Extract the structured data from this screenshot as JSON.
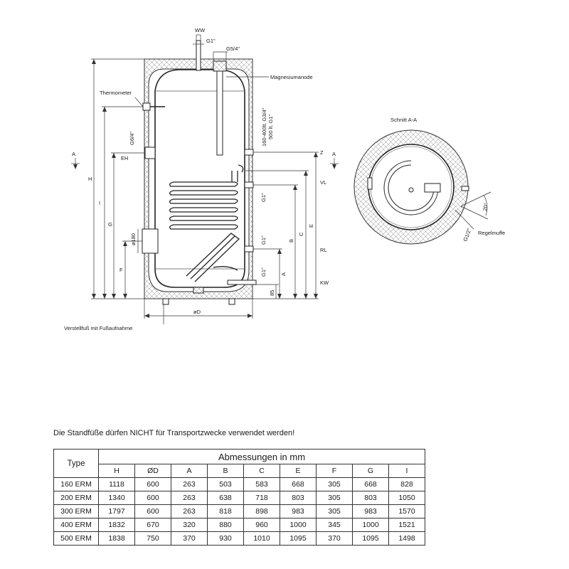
{
  "labels": {
    "ww": "WW",
    "g1_top": "G1\"",
    "g54": "G5/4\"",
    "magnesiumanode": "Magnesiumanode",
    "thermometer": "Thermometer",
    "g34_note": "160-400lt. G3/4\"",
    "g1_note": "500 lt. G1\"",
    "g64": "G6/4\"",
    "eh": "EH",
    "a_left": "A",
    "a_right": "A",
    "z": "Z",
    "vl": "VL",
    "rl": "RL",
    "kw": "KW",
    "h": "H",
    "i": "I",
    "g": "G",
    "f": "F",
    "c": "C",
    "b": "B",
    "e": "E",
    "a_dim": "A",
    "g1_mid": "G1\"",
    "g1_rl": "G1\"",
    "g1_low": "G1\"",
    "d85": "85",
    "d180": "ø180",
    "od": "øD",
    "verstellfuss": "Verstellfuß mit Fußaufnahme",
    "schnitt": "Schnitt A-A",
    "deg20": "20°",
    "g12": "G1/2\"",
    "regelmuffe": "Regelmuffe"
  },
  "note": "Die Standfüße dürfen NICHT für Transportzwecke verwendet werden!",
  "table": {
    "type_header": "Type",
    "group_header": "Abmessungen in mm",
    "columns": [
      "H",
      "ØD",
      "A",
      "B",
      "C",
      "E",
      "F",
      "G",
      "I"
    ],
    "rows": [
      {
        "type": "160 ERM",
        "values": [
          "1118",
          "600",
          "263",
          "503",
          "583",
          "668",
          "305",
          "668",
          "828"
        ]
      },
      {
        "type": "200 ERM",
        "values": [
          "1340",
          "600",
          "263",
          "638",
          "718",
          "803",
          "305",
          "803",
          "1050"
        ]
      },
      {
        "type": "300 ERM",
        "values": [
          "1797",
          "600",
          "263",
          "818",
          "898",
          "983",
          "305",
          "983",
          "1570"
        ]
      },
      {
        "type": "400 ERM",
        "values": [
          "1832",
          "670",
          "320",
          "880",
          "960",
          "1000",
          "345",
          "1000",
          "1521"
        ]
      },
      {
        "type": "500 ERM",
        "values": [
          "1838",
          "750",
          "370",
          "930",
          "1010",
          "1095",
          "370",
          "1095",
          "1498"
        ]
      }
    ]
  }
}
